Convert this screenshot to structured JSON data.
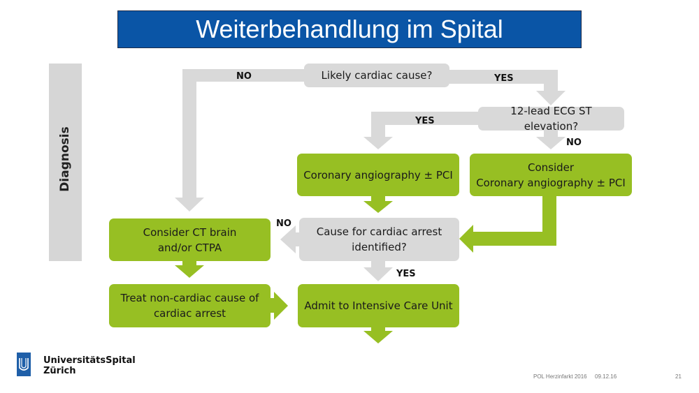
{
  "header": {
    "title": "Weiterbehandlung im Spital"
  },
  "sidebar": {
    "label": "Diagnosis"
  },
  "flow": {
    "likely_cardiac": "Likely cardiac cause?",
    "ecg_st": "12-lead ECG ST elevation?",
    "coronary_pci": "Coronary angiography ± PCI",
    "consider_line1": "Consider",
    "consider_line2": "Coronary angiography ± PCI",
    "cause_line1": "Cause for cardiac arrest",
    "cause_line2": "identified?",
    "ct_line1": "Consider CT brain",
    "ct_line2": "and/or CTPA",
    "treat_line1": "Treat non-cardiac cause of",
    "treat_line2": "cardiac arrest",
    "icu": "Admit to Intensive Care Unit"
  },
  "labels": {
    "no": "NO",
    "yes": "YES"
  },
  "colors": {
    "title_bg": "#0a55a6",
    "green": "#97bf23",
    "gray": "#d9d9d9"
  },
  "logo": {
    "line1": "UniversitätsSpital",
    "line2": "Zürich",
    "icon": "university-hospital-logo-icon"
  },
  "footer": {
    "event": "POL Herzinfarkt 2016",
    "date": "09.12.16",
    "page": "21"
  }
}
